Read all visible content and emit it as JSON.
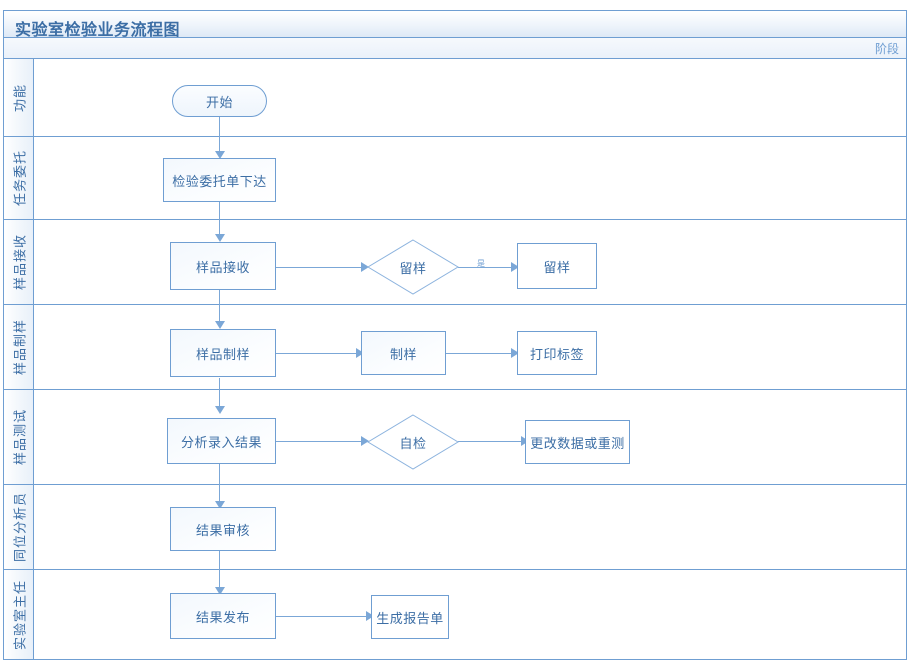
{
  "document": {
    "title": "实验室检验业务流程图",
    "phase_header": "阶段",
    "accent_color": "#4a7ebb",
    "border_color": "#6f9ed2",
    "connector_color": "#7ba7d7",
    "text_color": "#3c6ea5"
  },
  "lanes": [
    {
      "label": "功能"
    },
    {
      "label": "任务委托"
    },
    {
      "label": "样品接收"
    },
    {
      "label": "样品制样"
    },
    {
      "label": "样品测试"
    },
    {
      "label": "同位分析员"
    },
    {
      "label": "实验室主任"
    }
  ],
  "nodes": [
    {
      "id": "start",
      "label": "开始",
      "shape": "terminator",
      "lane": "功能"
    },
    {
      "id": "entrust",
      "label": "检验委托单下达",
      "shape": "process",
      "lane": "任务委托"
    },
    {
      "id": "receive",
      "label": "样品接收",
      "shape": "process",
      "lane": "样品接收"
    },
    {
      "id": "retain-check",
      "label": "留样",
      "shape": "decision",
      "lane": "样品接收"
    },
    {
      "id": "retain",
      "label": "留样",
      "shape": "process",
      "lane": "样品接收"
    },
    {
      "id": "prepare",
      "label": "样品制样",
      "shape": "process",
      "lane": "样品制样"
    },
    {
      "id": "make",
      "label": "制样",
      "shape": "process",
      "lane": "样品制样"
    },
    {
      "id": "print-label",
      "label": "打印标签",
      "shape": "process",
      "lane": "样品制样"
    },
    {
      "id": "analyze",
      "label": "分析录入结果",
      "shape": "process",
      "lane": "样品测试"
    },
    {
      "id": "self-check",
      "label": "自检",
      "shape": "decision",
      "lane": "样品测试"
    },
    {
      "id": "revise",
      "label": "更改数据或重测",
      "shape": "process",
      "lane": "样品测试"
    },
    {
      "id": "review",
      "label": "结果审核",
      "shape": "process",
      "lane": "同位分析员"
    },
    {
      "id": "publish",
      "label": "结果发布",
      "shape": "process",
      "lane": "实验室主任"
    },
    {
      "id": "report",
      "label": "生成报告单",
      "shape": "process",
      "lane": "实验室主任"
    }
  ],
  "edge_labels": [
    {
      "id": "retain-yes",
      "label": "是",
      "from": "retain-check",
      "to": "retain"
    }
  ]
}
